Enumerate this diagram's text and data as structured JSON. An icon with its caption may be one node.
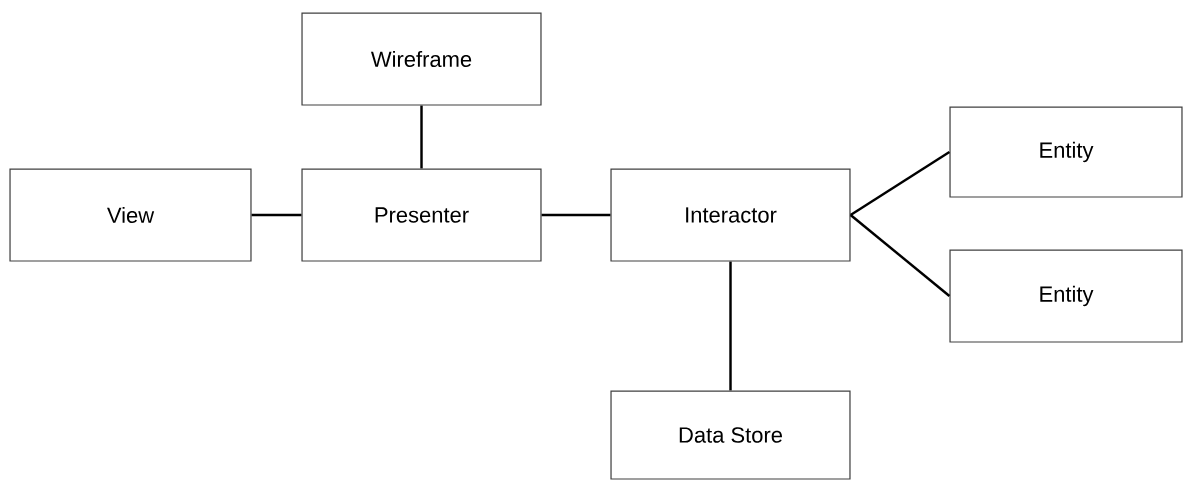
{
  "diagram": {
    "nodes": [
      {
        "text": [
          "Wireframe"
        ]
      },
      {
        "text": [
          "View"
        ]
      },
      {
        "text": [
          "Presenter"
        ]
      },
      {
        "text": [
          "Interactor"
        ]
      },
      {
        "text": [
          "Entity"
        ]
      },
      {
        "text": [
          "Entity"
        ]
      },
      {
        "text": [
          "Data Store"
        ]
      }
    ],
    "edges": [
      {
        "from": 0,
        "to": 2,
        "arrow": "none"
      },
      {
        "from": 1,
        "to": 2,
        "arrow": "none"
      },
      {
        "from": 2,
        "to": 3,
        "arrow": "none"
      },
      {
        "from": 3,
        "to": 4,
        "arrow": "none"
      },
      {
        "from": 3,
        "to": 5,
        "arrow": "none"
      },
      {
        "from": 3,
        "to": 6,
        "arrow": "none"
      }
    ]
  }
}
